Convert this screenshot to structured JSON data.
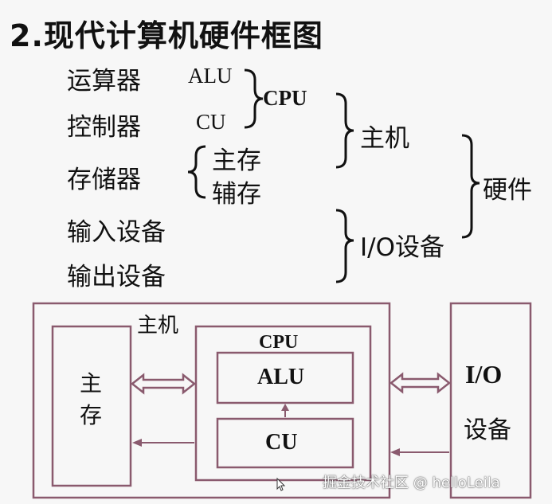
{
  "title": "2.现代计算机硬件框图",
  "hierarchy": {
    "alu_cn": "运算器",
    "alu_en": "ALU",
    "cu_cn": "控制器",
    "cu_en": "CU",
    "cpu": "CPU",
    "storage_cn": "存储器",
    "main_storage": "主存",
    "aux_storage": "辅存",
    "input_device": "输入设备",
    "output_device": "输出设备",
    "host": "主机",
    "io_device": "I/O设备",
    "hardware": "硬件"
  },
  "block_diagram": {
    "host_label": "主机",
    "main_memory_line1": "主",
    "main_memory_line2": "存",
    "cpu_label": "CPU",
    "alu_label": "ALU",
    "cu_label": "CU",
    "io_line1": "I/O",
    "io_line2": "设备",
    "colors": {
      "box_stroke": "#8a5a6e",
      "arrow_stroke": "#8a5a6e"
    }
  },
  "watermark": "掘金技术社区 @ helloLeila"
}
